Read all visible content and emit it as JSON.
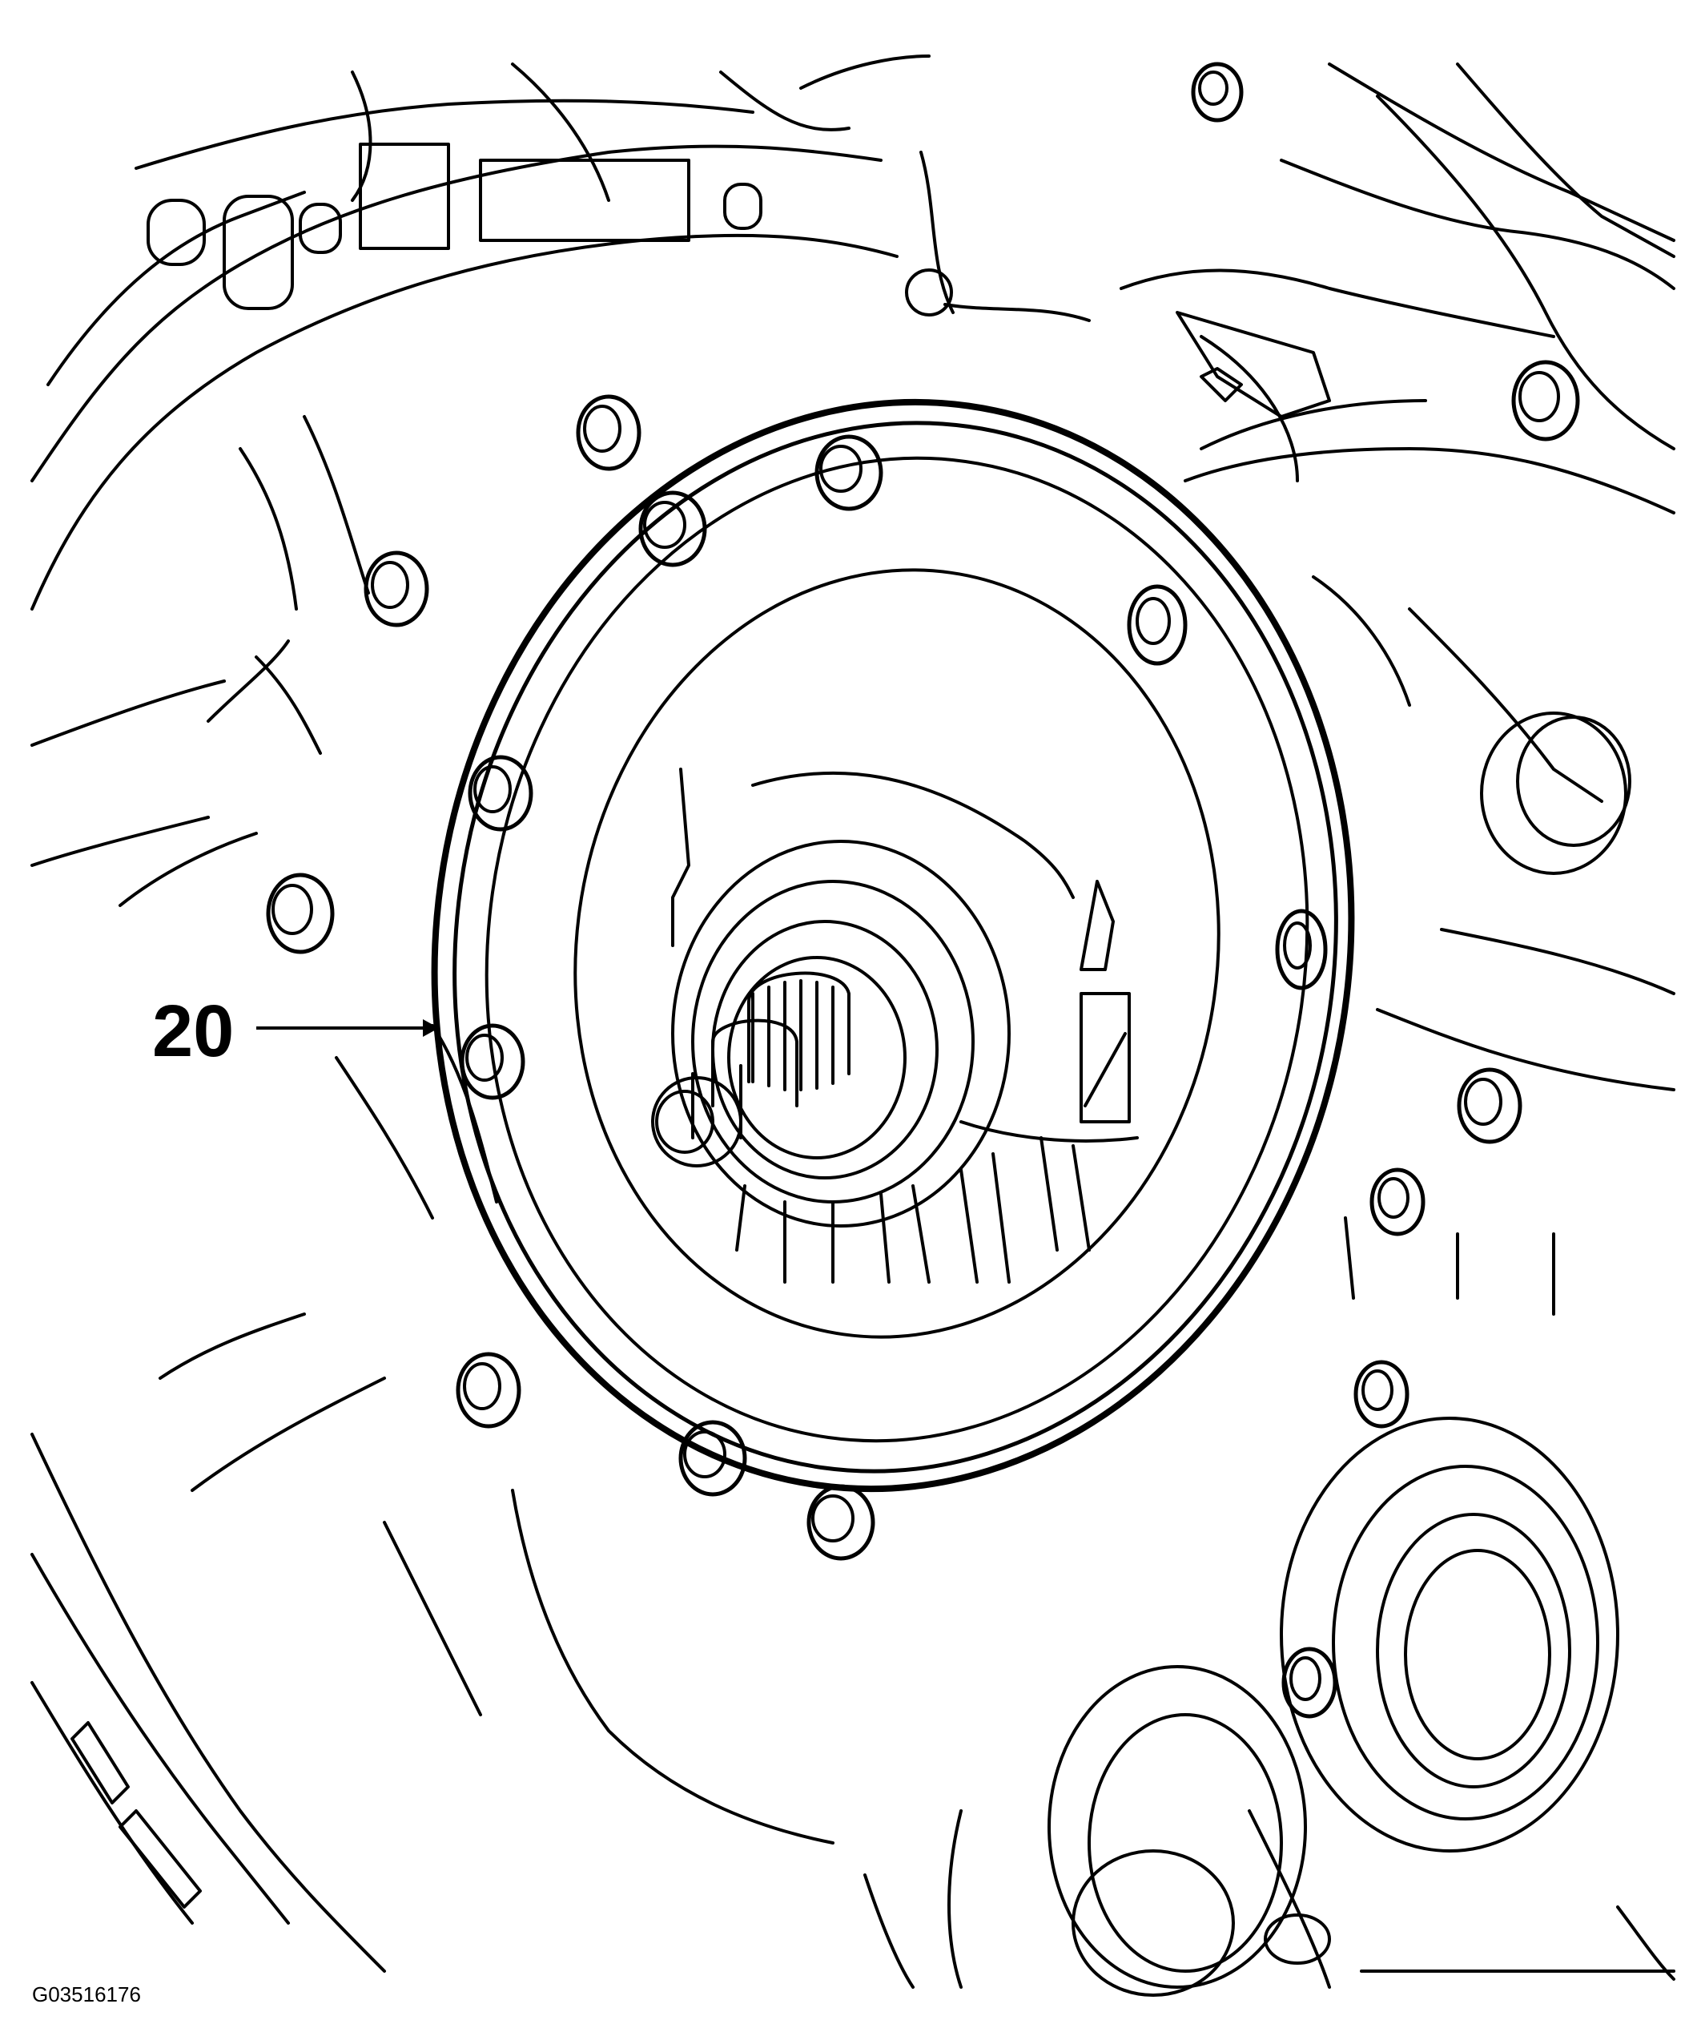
{
  "illustration": {
    "subject": "transmission-case-cover-with-gasket-and-bolts",
    "line_color": "#000000",
    "background_color": "#ffffff"
  },
  "callouts": [
    {
      "id": "gasket",
      "number": "20"
    }
  ],
  "figure_id": "G03516176"
}
